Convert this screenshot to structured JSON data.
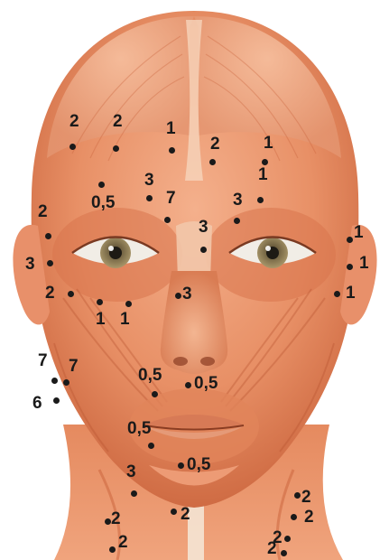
{
  "colors": {
    "background": "#ffffff",
    "muscle_light": "#f6b08c",
    "muscle_mid": "#e58a5f",
    "muscle_dark": "#c9613a",
    "tendon": "#f4e4d4",
    "iris": "#8f7d55",
    "marker": "#1a1a1a"
  },
  "points": [
    {
      "label": "2"
    },
    {
      "label": "2"
    },
    {
      "label": "1"
    },
    {
      "label": "2"
    },
    {
      "label": "1"
    },
    {
      "label": "1"
    },
    {
      "label": "0,5"
    },
    {
      "label": "3"
    },
    {
      "label": "7"
    },
    {
      "label": "3"
    },
    {
      "label": "2"
    },
    {
      "label": "3"
    },
    {
      "label": "1"
    },
    {
      "label": "3"
    },
    {
      "label": "1"
    },
    {
      "label": "2"
    },
    {
      "label": "1"
    },
    {
      "label": "1"
    },
    {
      "label": "3"
    },
    {
      "label": "1"
    },
    {
      "label": "7"
    },
    {
      "label": "7"
    },
    {
      "label": "6"
    },
    {
      "label": "0,5"
    },
    {
      "label": "0,5"
    },
    {
      "label": "0,5"
    },
    {
      "label": "3"
    },
    {
      "label": "0,5"
    },
    {
      "label": "2"
    },
    {
      "label": "2"
    },
    {
      "label": "2"
    },
    {
      "label": "2"
    },
    {
      "label": "2"
    },
    {
      "label": "2"
    },
    {
      "label": "2"
    }
  ]
}
